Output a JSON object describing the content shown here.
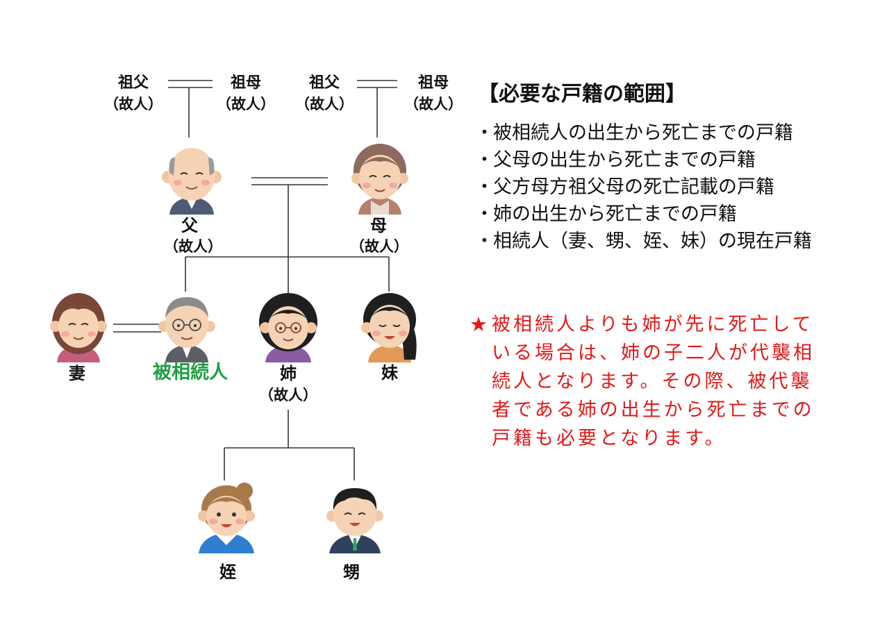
{
  "tree": {
    "grandparents": {
      "paternal_grandfather": {
        "name": "祖父",
        "status": "（故人）"
      },
      "paternal_grandmother": {
        "name": "祖母",
        "status": "（故人）"
      },
      "maternal_grandfather": {
        "name": "祖父",
        "status": "（故人）"
      },
      "maternal_grandmother": {
        "name": "祖母",
        "status": "（故人）"
      }
    },
    "father": {
      "name": "父",
      "status": "（故人）"
    },
    "mother": {
      "name": "母",
      "status": "（故人）"
    },
    "wife": {
      "name": "妻"
    },
    "decedent": {
      "name": "被相続人"
    },
    "older_sister": {
      "name": "姉",
      "status": "（故人）"
    },
    "younger_sister": {
      "name": "妹"
    },
    "niece": {
      "name": "姪"
    },
    "nephew": {
      "name": "甥"
    }
  },
  "required_registers": {
    "title": "【必要な戸籍の範囲】",
    "bullet": "・",
    "items": [
      "被相続人の出生から死亡までの戸籍",
      "父母の出生から死亡までの戸籍",
      "父方母方祖父母の死亡記載の戸籍",
      "姉の出生から死亡までの戸籍",
      "相続人（妻、甥、姪、妹）の現在戸籍"
    ]
  },
  "note": {
    "star": "★",
    "text": "被相続人よりも姉が先に死亡している場合は、姉の子二人が代襲相続人となります。その際、被代襲者である姉の出生から死亡までの戸籍も必要となります。"
  },
  "colors": {
    "note": "#e01818",
    "decedent_label": "#1f9e43",
    "line": "#333333"
  }
}
